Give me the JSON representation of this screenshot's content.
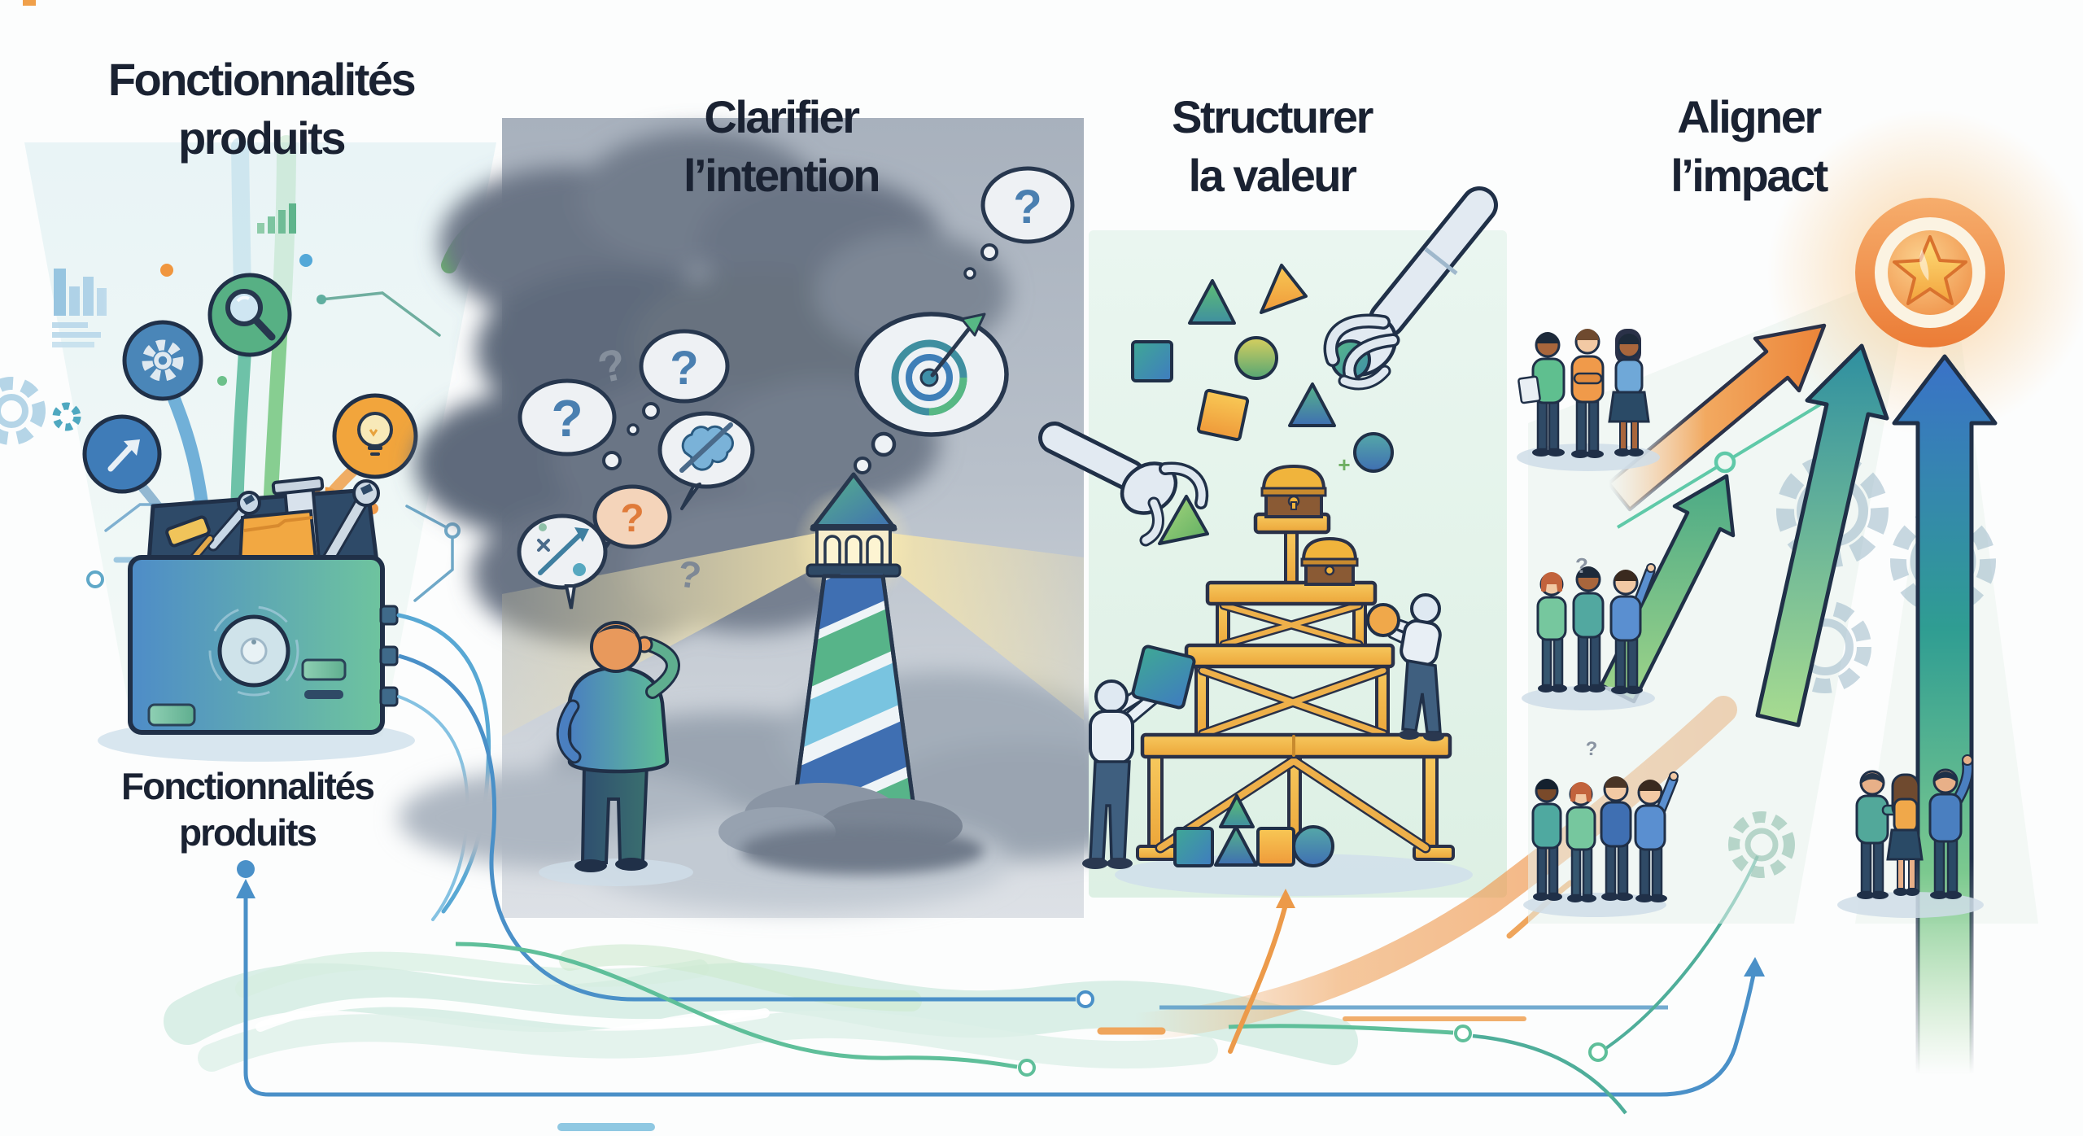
{
  "headings": {
    "panel1": {
      "line1": "Fonctionnalités",
      "line2": "produits"
    },
    "panel2": {
      "line1": "Clarifier",
      "line2": "l’intention"
    },
    "panel3": {
      "line1": "Structurer",
      "line2": "la valeur"
    },
    "panel4": {
      "line1": "Aligner",
      "line2": "l’impact"
    }
  },
  "toolbox_caption": {
    "line1": "Fonctionnalités",
    "line2": "produits"
  },
  "glyphs": {
    "question_mark": "?",
    "plus": "+"
  },
  "palette": {
    "heading_text": "#1a2232",
    "outline_navy": "#203048",
    "accent_blue": "#4a90c8",
    "accent_green": "#5fbf8f",
    "accent_teal": "#3f8fa0",
    "accent_orange": "#ef9a3a",
    "gold": "#f0b43c",
    "badge_orange": "#ec7e38",
    "star_yellow": "#f7c948",
    "fog_grey": "#8f99a7",
    "mint_bg": "#e4f3ea"
  }
}
